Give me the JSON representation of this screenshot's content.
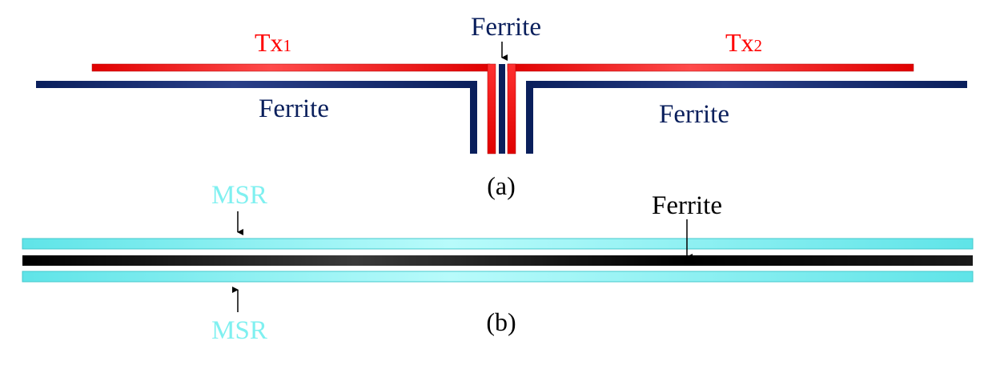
{
  "panel_a": {
    "caption": "(a)",
    "tx1": {
      "base": "Tx",
      "sub": "1"
    },
    "tx2": {
      "base": "Tx",
      "sub": "2"
    },
    "ferrite_top": "Ferrite",
    "ferrite_left": "Ferrite",
    "ferrite_right": "Ferrite"
  },
  "panel_b": {
    "caption": "(b)",
    "msr_top": "MSR",
    "msr_bottom": "MSR",
    "ferrite": "Ferrite"
  },
  "colors": {
    "tx": "#ff0000",
    "ferrite_dark": "#0a1f5c",
    "ferrite_black": "#000000",
    "msr": "#7ff0f0",
    "text_dark": "#0a1f5c"
  }
}
